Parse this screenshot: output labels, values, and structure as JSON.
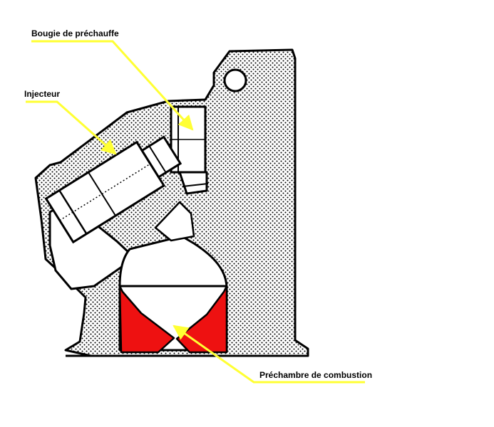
{
  "labels": {
    "glow_plug": "Bougie de préchauffe",
    "injector": "Injecteur",
    "prechamber": "Préchambre de combustion"
  },
  "colors": {
    "outline": "#000000",
    "stipple": "#000000",
    "annotation": "#ffff33",
    "prechamber_fill": "#ee1111",
    "background": "#ffffff"
  }
}
